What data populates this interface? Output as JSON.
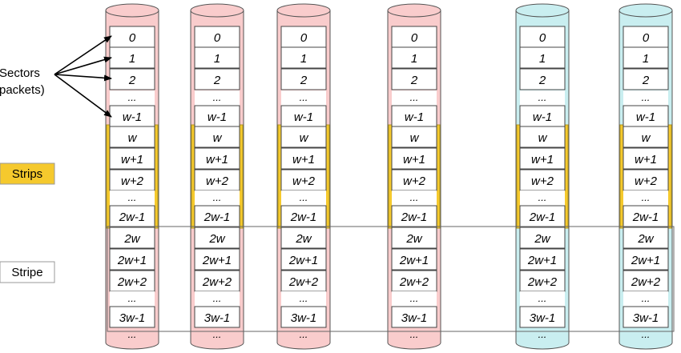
{
  "labels": {
    "sectors_line1": "Sectors",
    "sectors_line2": "packets)",
    "strips": "Strips",
    "stripe": "Stripe"
  },
  "colors": {
    "disk_pink": "#f9cccc",
    "disk_cyan": "#c9eef0",
    "strip_yellow": "#f5c92d",
    "outline": "#555555"
  },
  "disks": [
    {
      "color": "pink"
    },
    {
      "color": "pink"
    },
    {
      "color": "pink"
    },
    {
      "color": "pink"
    },
    {
      "color": "cyan"
    },
    {
      "color": "cyan"
    }
  ],
  "cells": [
    "0",
    "1",
    "2",
    "...",
    "w-1",
    "w",
    "w+1",
    "w+2",
    "...",
    "2w-1",
    "2w",
    "2w+1",
    "2w+2",
    "...",
    "3w-1",
    "..."
  ]
}
